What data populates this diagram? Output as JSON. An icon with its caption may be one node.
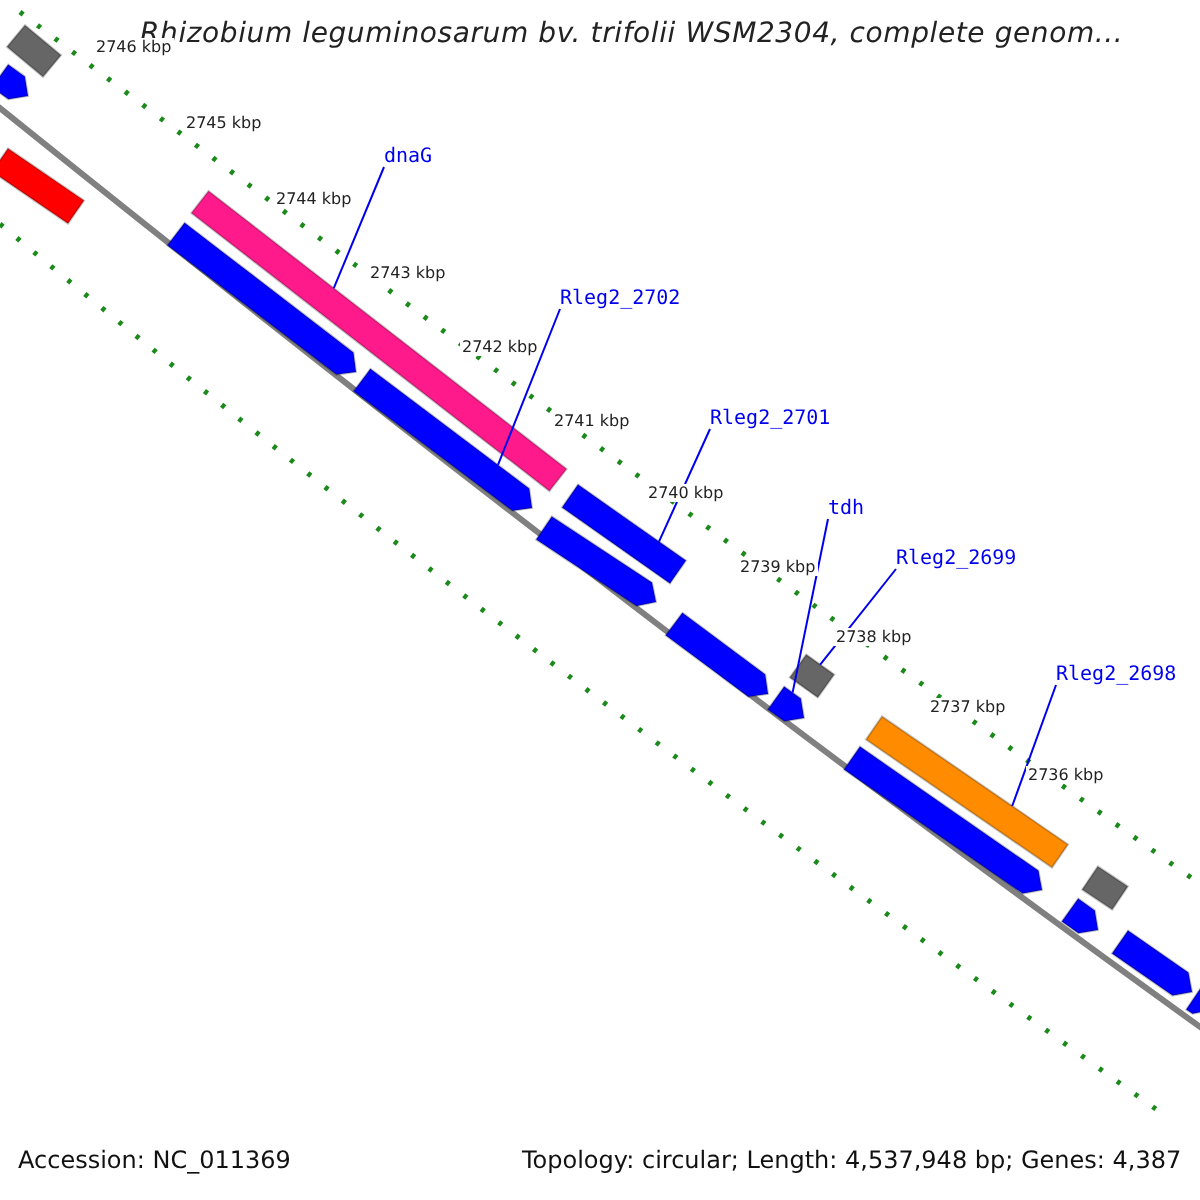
{
  "diagram": {
    "title": "Rhizobium leguminosarum bv. trifolii WSM2304, complete genom...",
    "nodes": [
      {
        "text": [
          "dnaG"
        ]
      },
      {
        "text": [
          "Rleg2_2702"
        ]
      },
      {
        "text": [
          "Rleg2_2701"
        ]
      },
      {
        "text": [
          "tdh"
        ]
      },
      {
        "text": [
          "Rleg2_2699"
        ]
      },
      {
        "text": [
          "Rleg2_2698"
        ]
      },
      {
        "text": [],
        "shape": "bar"
      },
      {
        "text": [],
        "shape": "bar"
      },
      {
        "text": [],
        "shape": "bar"
      },
      {
        "text": [],
        "shape": "bar"
      },
      {
        "text": [],
        "shape": "bar"
      },
      {
        "text": [],
        "shape": "bar"
      },
      {
        "text": [],
        "shape": "bar"
      },
      {
        "text": [],
        "shape": "bar"
      },
      {
        "text": [],
        "shape": "bar"
      },
      {
        "text": [],
        "shape": "bar"
      },
      {
        "text": [],
        "shape": "bar"
      },
      {
        "text": [],
        "shape": "bar"
      },
      {
        "text": [],
        "shape": "bar"
      },
      {
        "text": [],
        "shape": "bar"
      },
      {
        "text": [],
        "shape": "bar"
      },
      {
        "text": [],
        "shape": "bar"
      },
      {
        "text": [],
        "shape": "bar"
      }
    ],
    "edges": [
      {
        "from": 0,
        "to": 9,
        "arrow": "none"
      },
      {
        "from": 1,
        "to": 11,
        "arrow": "none"
      },
      {
        "from": 2,
        "to": 12,
        "arrow": "none"
      },
      {
        "from": 3,
        "to": 15,
        "arrow": "none"
      },
      {
        "from": 4,
        "to": 16,
        "arrow": "none"
      },
      {
        "from": 5,
        "to": 17,
        "arrow": "none"
      }
    ],
    "labels": [
      "2746 kbp",
      "2745 kbp",
      "2744 kbp",
      "2743 kbp",
      "2742 kbp",
      "2741 kbp",
      "2740 kbp",
      "2739 kbp",
      "2738 kbp",
      "2737 kbp",
      "2736 kbp",
      "Accession: NC_011369",
      "Topology: circular; Length: 4,537,948 bp; Genes: 4,387"
    ]
  }
}
